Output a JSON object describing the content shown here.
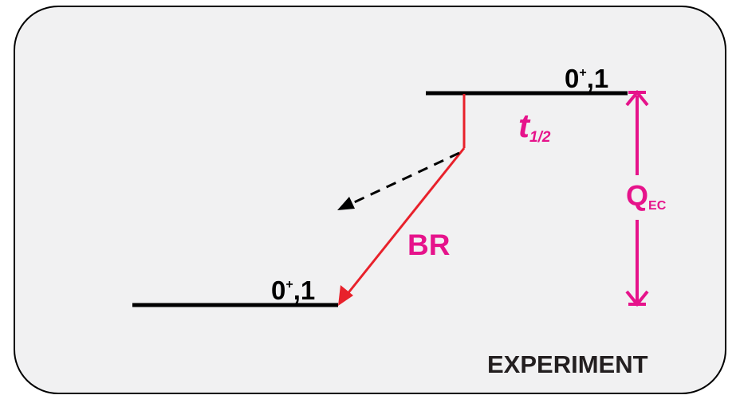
{
  "upper_level": {
    "spin": "0",
    "parity": "+",
    "isospin": ",1"
  },
  "lower_level": {
    "spin": "0",
    "parity": "+",
    "isospin": ",1"
  },
  "half_life": {
    "symbol": "t",
    "subscript": "1/2"
  },
  "branching_ratio": "BR",
  "q_value": {
    "symbol": "Q",
    "subscript": "EC"
  },
  "panel_label": "EXPERIMENT",
  "colors": {
    "panel_fill": "#f1f1f2",
    "frame": "#000000",
    "level_line": "#000000",
    "transition": "#e8212b",
    "label_magenta": "#e6138b",
    "side_branch": "#000000"
  }
}
